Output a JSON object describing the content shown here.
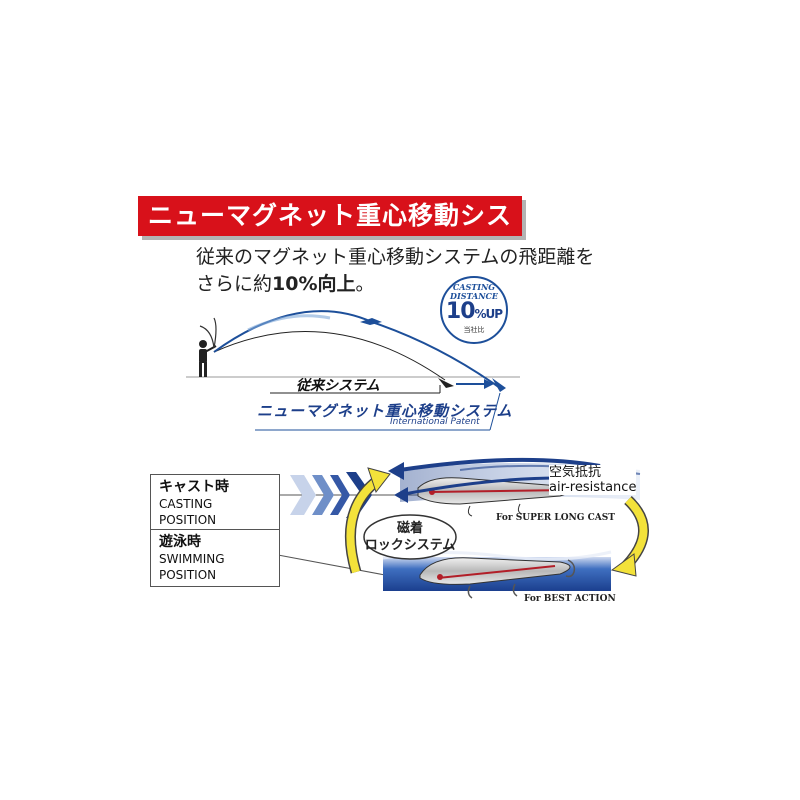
{
  "title": "ニューマグネット重心移動システム",
  "description": {
    "line1": "従来のマグネット重心移動システムの飛距離を",
    "line2_pre": "さらに約",
    "line2_bold": "10%向上",
    "line2_post": "。"
  },
  "badge": {
    "line1a": "CASTING",
    "line1b": "DISTANCE",
    "value": "10",
    "unit": "%UP",
    "note": "当社比"
  },
  "comparison": {
    "old_label": "従来システム",
    "new_label": "ニューマグネット重心移動システム",
    "patent": "International Patent"
  },
  "positions": {
    "casting_jp": "キャスト時",
    "casting_en": "CASTING POSITION",
    "swimming_jp": "遊泳時",
    "swimming_en": "SWIMMING POSITION"
  },
  "air_resistance_jp": "空気抵抗",
  "air_resistance_en": "air-resistance",
  "lock_system": {
    "line1": "磁着",
    "line2": "ロックシステム"
  },
  "super_long_cast": "For SUPER LONG CAST",
  "best_action": "For BEST ACTION",
  "colors": {
    "title_red": "#d8111a",
    "navy": "#1d3f8a",
    "water_blue": "#1e4ea3",
    "arrow_yellow": "#f3e23a"
  }
}
